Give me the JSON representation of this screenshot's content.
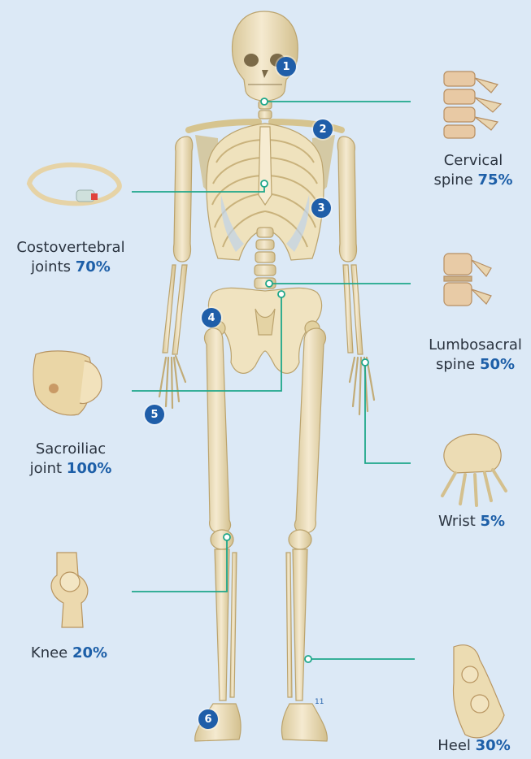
{
  "labels": {
    "cervical": {
      "name_1": "Cervical",
      "name_2": "spine",
      "pct": "75%"
    },
    "costovertebral": {
      "name_1": "Costovertebral",
      "name_2": "joints",
      "pct": "70%"
    },
    "lumbosacral": {
      "name_1": "Lumbosacral",
      "name_2": "spine",
      "pct": "50%"
    },
    "sacroiliac": {
      "name_1": "Sacroiliac",
      "name_2": "joint",
      "pct": "100%"
    },
    "wrist": {
      "name": "Wrist",
      "pct": "5%"
    },
    "knee": {
      "name": "Knee",
      "pct": "20%"
    },
    "heel": {
      "name": "Heel",
      "pct": "30%"
    }
  },
  "badges": [
    "1",
    "2",
    "3",
    "4",
    "5",
    "6"
  ],
  "small_number": "11",
  "colors": {
    "background": "#dce9f6",
    "bone": "#f1e4bf",
    "bone_shade": "#d8c594",
    "leader": "#1fa78a",
    "badge": "#1f5ea9",
    "percent": "#1d5fa8"
  }
}
